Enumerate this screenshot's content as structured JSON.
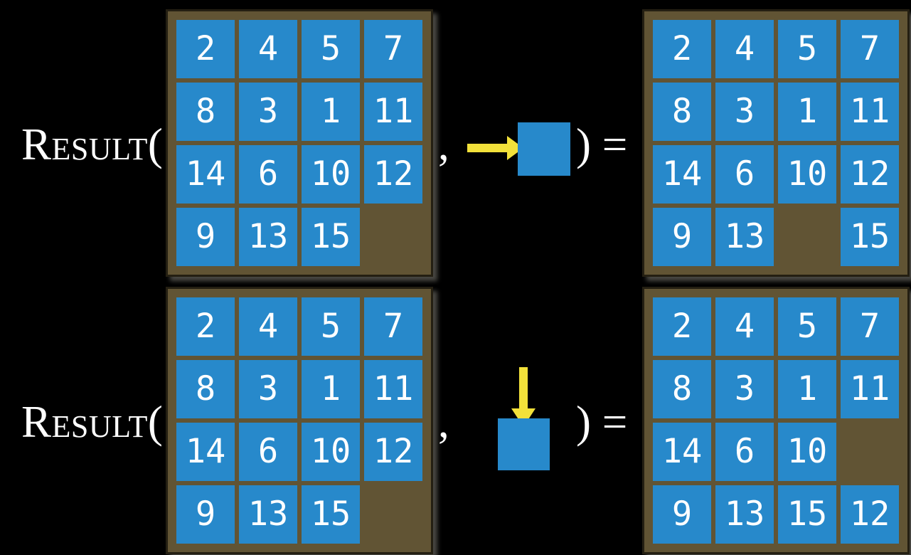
{
  "colors": {
    "background": "#000000",
    "frame": "#615434",
    "frame_border": "#241f12",
    "tile": "#2789CB",
    "tile_text": "#ffffff",
    "arrow": "#F2E13A",
    "label_text": "#ffffff"
  },
  "rows": [
    {
      "label": "Result(",
      "comma": ",",
      "close_label": ") =",
      "move_direction": "right",
      "input_grid": [
        [
          "2",
          "4",
          "5",
          "7"
        ],
        [
          "8",
          "3",
          "1",
          "11"
        ],
        [
          "14",
          "6",
          "10",
          "12"
        ],
        [
          "9",
          "13",
          "15",
          ""
        ]
      ],
      "result_grid": [
        [
          "2",
          "4",
          "5",
          "7"
        ],
        [
          "8",
          "3",
          "1",
          "11"
        ],
        [
          "14",
          "6",
          "10",
          "12"
        ],
        [
          "9",
          "13",
          "",
          "15"
        ]
      ]
    },
    {
      "label": "Result(",
      "comma": ",",
      "close_label": ") =",
      "move_direction": "down",
      "input_grid": [
        [
          "2",
          "4",
          "5",
          "7"
        ],
        [
          "8",
          "3",
          "1",
          "11"
        ],
        [
          "14",
          "6",
          "10",
          "12"
        ],
        [
          "9",
          "13",
          "15",
          ""
        ]
      ],
      "result_grid": [
        [
          "2",
          "4",
          "5",
          "7"
        ],
        [
          "8",
          "3",
          "1",
          "11"
        ],
        [
          "14",
          "6",
          "10",
          ""
        ],
        [
          "9",
          "13",
          "15",
          "12"
        ]
      ]
    }
  ]
}
